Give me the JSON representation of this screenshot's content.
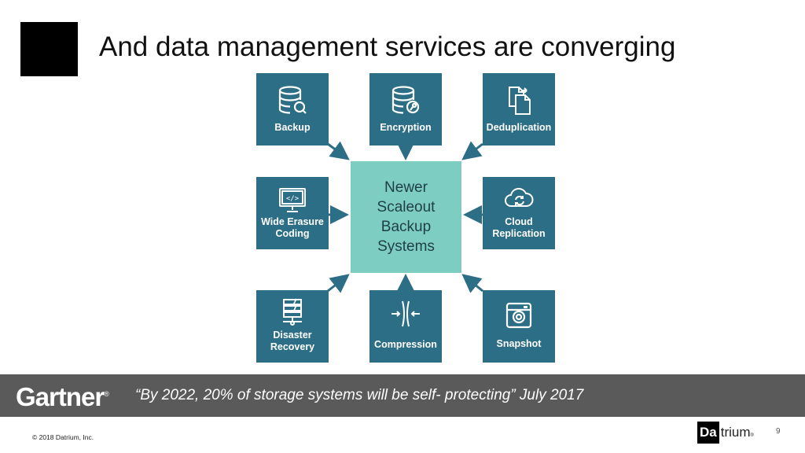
{
  "slide": {
    "title": "And data management services are converging",
    "page_number": "9",
    "copyright": "© 2018 Datrium, Inc."
  },
  "diagram": {
    "center": [
      "Newer",
      "Scaleout",
      "Backup",
      "Systems"
    ],
    "tiles": [
      {
        "id": "backup",
        "lines": [
          "Backup"
        ],
        "icon": "database-search-icon"
      },
      {
        "id": "encryption",
        "lines": [
          "Encryption"
        ],
        "icon": "database-key-icon"
      },
      {
        "id": "deduplication",
        "lines": [
          "Deduplication"
        ],
        "icon": "duplicate-files-icon"
      },
      {
        "id": "erasure",
        "lines": [
          "Wide Erasure",
          "Coding"
        ],
        "icon": "code-monitor-icon"
      },
      {
        "id": "cloud",
        "lines": [
          "Cloud",
          "Replication"
        ],
        "icon": "cloud-sync-icon"
      },
      {
        "id": "disaster",
        "lines": [
          "Disaster",
          "Recovery"
        ],
        "icon": "server-network-icon"
      },
      {
        "id": "compression",
        "lines": [
          "Compression"
        ],
        "icon": "compress-arrows-icon"
      },
      {
        "id": "snapshot",
        "lines": [
          "Snapshot"
        ],
        "icon": "camera-icon"
      }
    ],
    "colors": {
      "tile": "#2c6e85",
      "center": "#7ecdc3",
      "arrow": "#2c6e85",
      "banner": "#5a5a5a"
    }
  },
  "banner": {
    "brand": "Gartner",
    "brand_mark": "®",
    "quote": "“By 2022, 20% of storage systems will be self- protecting” July 2017"
  },
  "footer_logo": {
    "highlight": "Da",
    "rest": "trium",
    "mark": "®"
  }
}
